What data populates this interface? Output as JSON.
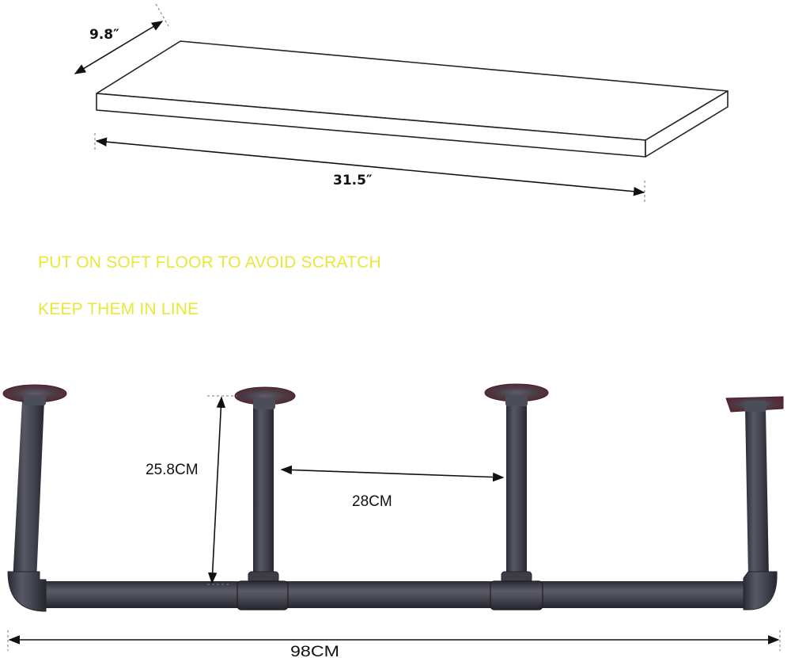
{
  "board": {
    "name": "shelf board",
    "depth_label": "9.8″",
    "width_label": "31.5″"
  },
  "notes": [
    {
      "text": "PUT ON SOFT FLOOR TO AVOID SCRATCH"
    },
    {
      "text": "KEEP THEM IN LINE"
    }
  ],
  "pipe_frame": {
    "name": "ceiling pipe bracket",
    "height_label": "25.8CM",
    "spacing_label": "28CM",
    "total_length_label": "98CM",
    "legs": 4,
    "pipe_color": "#3f4049",
    "flange_color": "#5a2a30"
  },
  "colors": {
    "note_text": "#e8e83a",
    "dimension_line": "#111111",
    "background": "#ffffff"
  }
}
